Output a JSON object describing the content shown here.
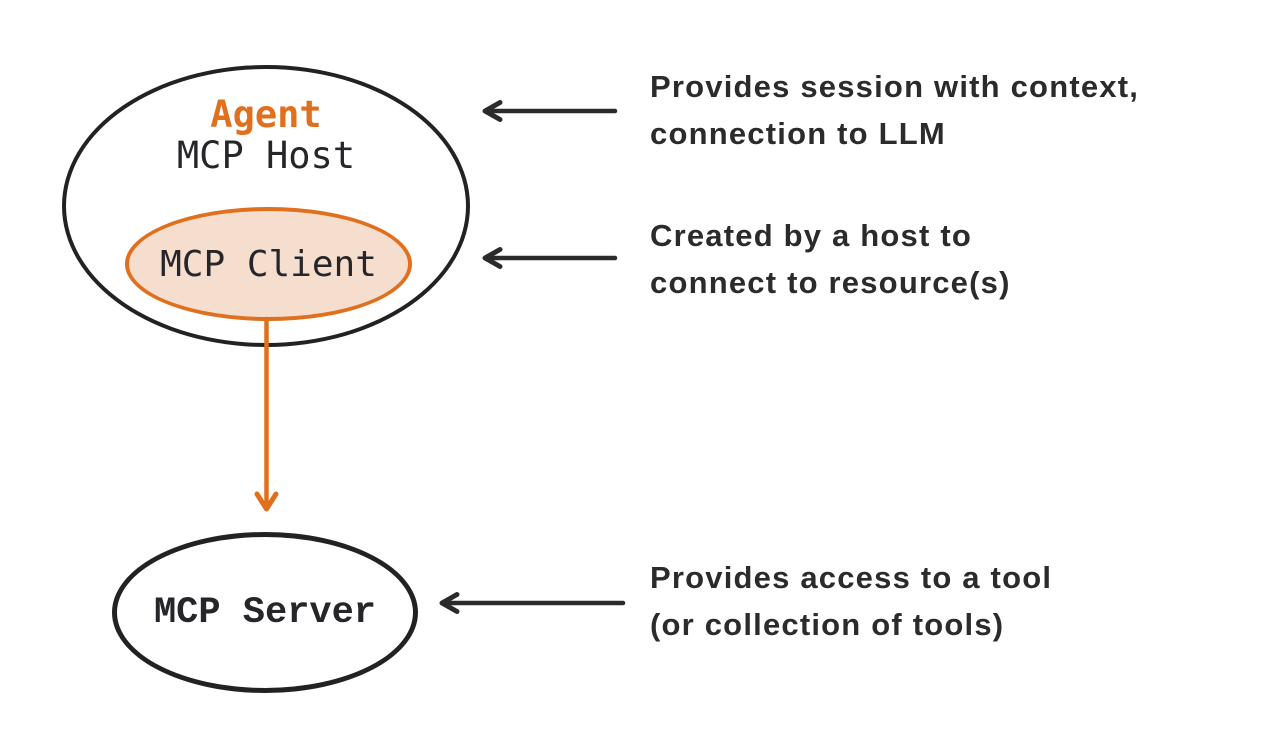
{
  "diagram": {
    "title": "MCP architecture diagram",
    "colors": {
      "accent_orange": "#E0701E",
      "client_fill": "#F6DECE",
      "ink": "#222222",
      "note_ink": "#2B2B2B",
      "background": "#FFFFFF"
    },
    "nodes": {
      "host": {
        "tag": "Agent",
        "label": "MCP Host"
      },
      "client": {
        "label": "MCP Client"
      },
      "server": {
        "label": "MCP Server"
      }
    },
    "notes": [
      {
        "target": "host",
        "lines": [
          "Provides session with context,",
          "connection to LLM"
        ]
      },
      {
        "target": "client",
        "lines": [
          "Created by a host to",
          "connect to resource(s)"
        ]
      },
      {
        "target": "server",
        "lines": [
          "Provides access to a tool",
          "(or collection of tools)"
        ]
      }
    ]
  }
}
